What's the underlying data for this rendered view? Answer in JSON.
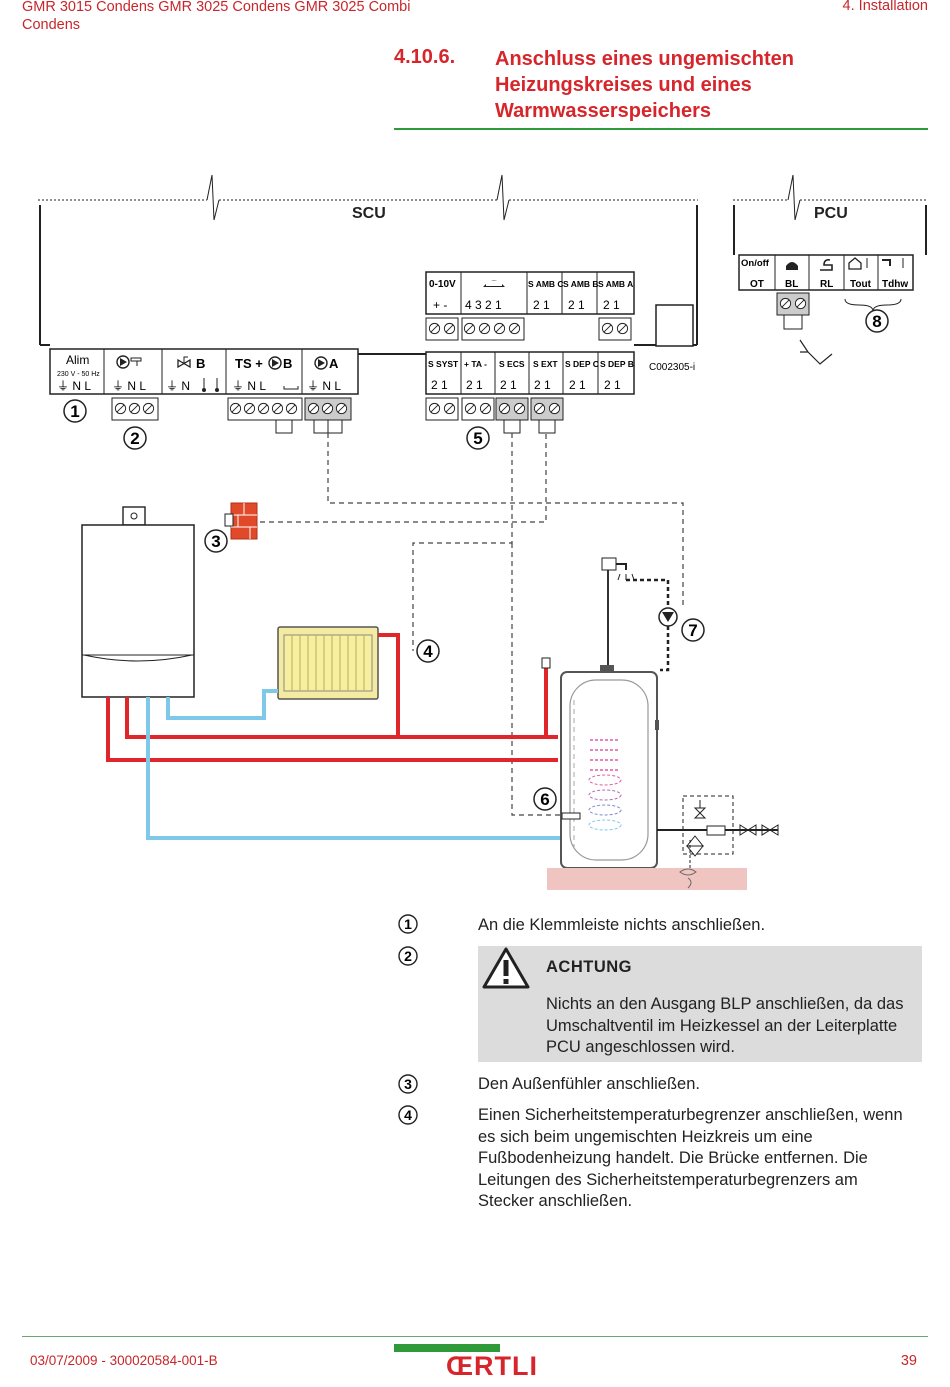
{
  "header": {
    "product": "GMR 3015 Condens GMR 3025 Condens GMR 3025 Combi Condens",
    "chapter": "4.  Installation"
  },
  "section": {
    "number": "4.10.6.",
    "title": "Anschluss eines ungemischten Heizungskreises und eines Warmwasserspeichers"
  },
  "diagram": {
    "scu_label": "SCU",
    "pcu_label": "PCU",
    "ref_code": "C002305-i",
    "top_terminals": {
      "v010": "0-10V",
      "v010_pins": "+  -",
      "bus_pins": "4 3 2 1",
      "samb_c": "S AMB C",
      "samb_b": "S AMB B",
      "samb_a": "S AMB A",
      "pins21": "2  1"
    },
    "bottom_terminals": {
      "alim": "Alim",
      "alim_sub": "230 V - 50 Hz",
      "alim_pins": "⏚ N  L",
      "pump_pins": "⏚ N  L",
      "b_label": "B",
      "b_pins": "⏚ N",
      "ts_label": "TS + ",
      "ts_b": "B",
      "ts_pins": "⏚ N  L",
      "a_label": "A",
      "a_pins": "⏚ N  L",
      "s_syst": "S SYST",
      "ta": "+ TA -",
      "s_ecs": "S ECS",
      "s_ext": "S EXT",
      "s_dep_c": "S DEP C",
      "s_dep_b": "S DEP B",
      "pins21": "2  1"
    },
    "pcu_terminals": {
      "onoff": "On/off",
      "ot": "OT",
      "bl": "BL",
      "rl": "RL",
      "tout": "Tout",
      "tdhw": "Tdhw"
    },
    "callouts": [
      "1",
      "2",
      "3",
      "4",
      "5",
      "6",
      "7",
      "8"
    ]
  },
  "legend": {
    "item1": {
      "num": "1",
      "text": "An die Klemmleiste nichts anschließen."
    },
    "item2": {
      "num": "2"
    },
    "warning": {
      "title": "ACHTUNG",
      "text": "Nichts an den Ausgang BLP anschließen, da das Umschaltventil im Heizkessel an der Leiterplatte PCU angeschlossen wird."
    },
    "item3": {
      "num": "3",
      "text": "Den Außenfühler anschließen."
    },
    "item4": {
      "num": "4",
      "text": "Einen Sicherheitstemperaturbegrenzer anschließen, wenn es sich beim ungemischten Heizkreis um eine Fußbodenheizung handelt. Die Brücke entfernen. Die Leitungen des Sicherheitstemperaturbegrenzers am Stecker anschließen."
    }
  },
  "footer": {
    "date_doc": "03/07/2009  - 300020584-001-B",
    "brand": "ŒRTLI",
    "page": "39"
  },
  "colors": {
    "accent_red": "#d6262b",
    "accent_green": "#2e9a3a",
    "pipe_hot": "#e0262b",
    "pipe_cold": "#7ec8ea"
  }
}
